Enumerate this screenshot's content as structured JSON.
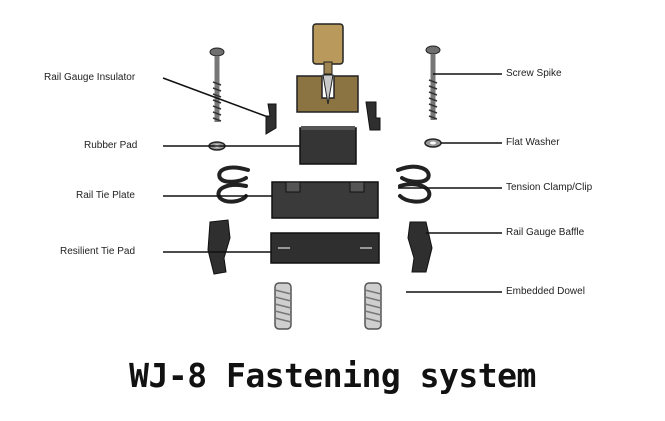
{
  "title": "WJ-8 Fastening system",
  "labels": {
    "rail_gauge_insulator": "Rail Gauge Insulator",
    "rubber_pad": "Rubber Pad",
    "rail_tie_plate": "Rail Tie Plate",
    "resilient_tie_pad": "Resilient Tie Pad",
    "screw_spike": "Screw Spike",
    "flat_washer": "Flat Washer",
    "tension_clamp_clip": "Tension Clamp/Clip",
    "rail_gauge_baffle": "Rail Gauge Baffle",
    "embedded_dowel": "Embedded Dowel"
  },
  "colors": {
    "rail_head": "#b99a5c",
    "rail_body": "#8c7442",
    "dark_part": "#2f2f2f",
    "steel": "#7a7a7a",
    "line": "#111111"
  }
}
